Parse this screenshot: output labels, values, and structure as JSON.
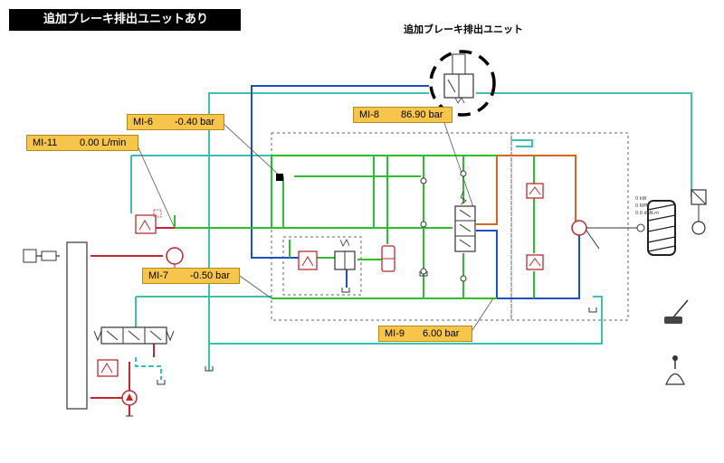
{
  "header": {
    "title": "追加ブレーキ排出ユニットあり",
    "unit_label": "追加ブレーキ排出ユニット"
  },
  "meters": [
    {
      "id": "MI-6",
      "value": "-0.40 bar"
    },
    {
      "id": "MI-11",
      "value": "0.00 L/min"
    },
    {
      "id": "MI-8",
      "value": "86.90 bar"
    },
    {
      "id": "MI-7",
      "value": "-0.50 bar"
    },
    {
      "id": "MI-9",
      "value": "6.00 bar"
    }
  ],
  "wheel_readout": [
    "0 kW",
    "0 RPM",
    "0.0 daN.m"
  ],
  "colors": {
    "cyan": "#3cc0b4",
    "green": "#2dbd2d",
    "blue": "#1f4fc4",
    "orange": "#d9661f",
    "red": "#c0282d",
    "meter": "#f7c54a"
  }
}
